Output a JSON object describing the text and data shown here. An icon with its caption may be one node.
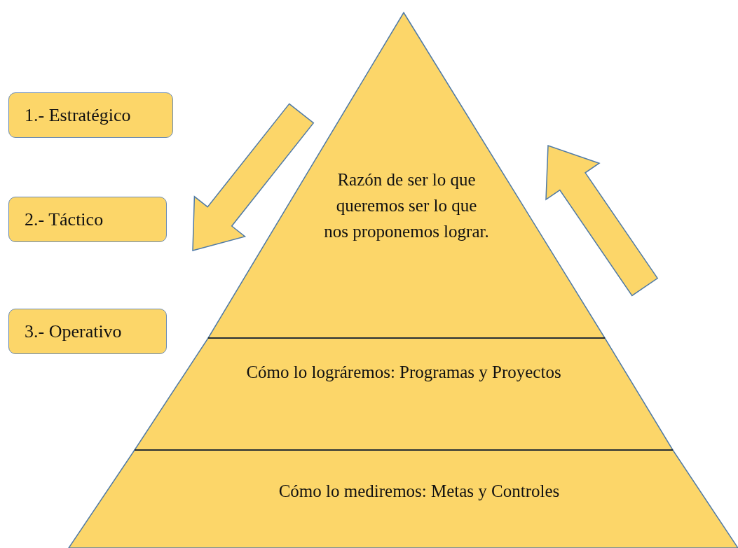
{
  "diagram": {
    "nodes": [
      {
        "text": [
          "1.- Estratégico"
        ]
      },
      {
        "text": [
          "2.- Táctico"
        ]
      },
      {
        "text": [
          "3.- Operativo"
        ]
      },
      {
        "text": [
          "Razón de ser lo que queremos ser lo que nos proponemos lograr."
        ]
      },
      {
        "text": [
          "Cómo lo lográremos: Programas y Proyectos"
        ]
      },
      {
        "text": [
          "Cómo lo mediremos: Metas y Controles"
        ]
      }
    ],
    "edges": []
  }
}
